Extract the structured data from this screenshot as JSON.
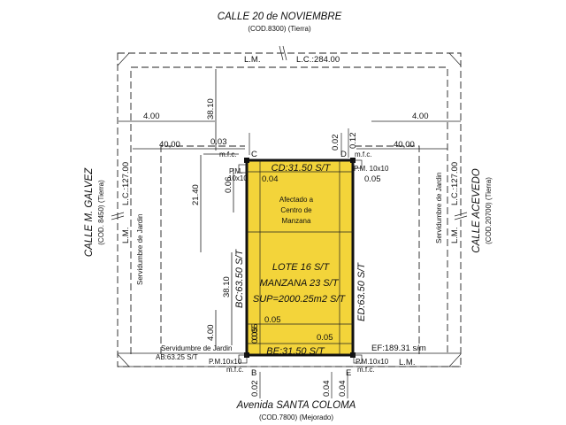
{
  "streets": {
    "north": {
      "name": "CALLE 20 de NOVIEMBRE",
      "code": "(COD.8300) (Tierra)"
    },
    "south": {
      "name": "Avenida SANTA COLOMA",
      "code": "(COD.7800) (Mejorado)"
    },
    "west": {
      "name": "CALLE M. GALVEZ",
      "code": "(COD. 8450) (Tierra)"
    },
    "east": {
      "name": "CALLE ACEVEDO",
      "code": "(COD.20700) (Tierra)"
    }
  },
  "line_labels": {
    "lm": "L.M.",
    "lc_north": "L.C.:284.00",
    "lc_west": "L.C.:127.00",
    "lc_east": "L.C.:127.00",
    "servidumbre_west": "Servidumbre de Jardin",
    "servidumbre_east": "Servidumbre de Jardin",
    "servidumbre_sw": "Servidumbre de Jardin",
    "ab": "AB:63.25 S/T",
    "ef": "EF:189.31 s/m"
  },
  "dimensions": {
    "d_4_00_left": "4.00",
    "d_4_00_right": "4.00",
    "d_38_10_top": "38.10",
    "d_40_00_left": "40,00",
    "d_40_00_right": "40,00",
    "d_0_03": "0.03",
    "d_0_02_top": "0.02",
    "d_0_12": "0.12",
    "d_0_04_top": "0.04",
    "d_0_05_top": "0.05",
    "d_0_06": "0.06",
    "d_21_40": "21.40",
    "d_38_10_mid": "38.10",
    "d_4_00_sw": "4.00",
    "d_0_05_inner": "0.05",
    "d_0_05_bottom_left": "0.05",
    "d_0_05_bottom_right": "0.05",
    "d_0_02_bottom": "0.02",
    "d_0_04_bottom_left": "0.04",
    "d_0_04_bottom_right": "0.04",
    "d_0_05_bottom_vert": "0.05"
  },
  "points": {
    "c": "C",
    "d": "D",
    "b": "B",
    "e": "E"
  },
  "markers": {
    "mfc_nw": "m.f.c.",
    "mfc_ne": "m.f.c.",
    "mfc_sw": "m.f.c.",
    "mfc_se": "m.f.c.",
    "pm_nw": "P.M.",
    "pm_nw_size": "10x10",
    "pm_ne": "P.M. 10x10",
    "pm_sw": "P.M.10x10",
    "pm_se": "P.M.10x10"
  },
  "lot": {
    "cd": "CD:31.50 S/T",
    "be": "BE:31.50 S/T",
    "bc": "BC:63.50 S/T",
    "ed": "ED:63.50 S/T",
    "afectado_1": "Afectado a",
    "afectado_2": "Centro de",
    "afectado_3": "Manzana",
    "lote": "LOTE 16 S/T",
    "manzana": "MANZANA 23 S/T",
    "sup": "SUP=2000.25m2 S/T"
  },
  "colors": {
    "lot_fill": "#f3d43a",
    "line": "#222222"
  }
}
